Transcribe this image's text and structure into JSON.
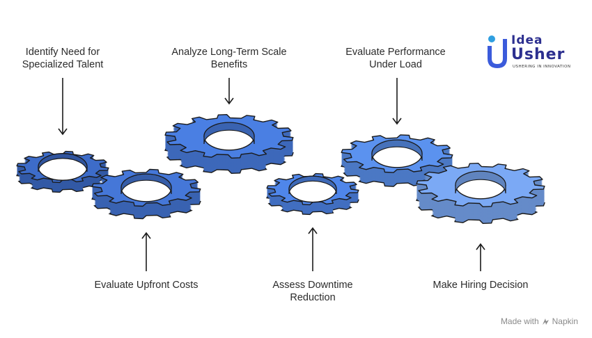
{
  "steps": [
    {
      "id": "identify",
      "lines": [
        "Identify Need for",
        "Specialized Talent"
      ],
      "color": "#3d6cc9"
    },
    {
      "id": "upfront",
      "lines": [
        "Evaluate Upfront Costs"
      ],
      "color": "#4577d8"
    },
    {
      "id": "longterm",
      "lines": [
        "Analyze Long-Term Scale",
        "Benefits"
      ],
      "color": "#4a7fe3"
    },
    {
      "id": "downtime",
      "lines": [
        "Assess Downtime",
        "Reduction"
      ],
      "color": "#4f86ea"
    },
    {
      "id": "performance",
      "lines": [
        "Evaluate Performance",
        "Under Load"
      ],
      "color": "#5b92ef"
    },
    {
      "id": "hiring",
      "lines": [
        "Make Hiring Decision"
      ],
      "color": "#7ba9f5"
    }
  ],
  "logo": {
    "top": "Idea",
    "bottom": "Usher",
    "tagline": "USHERING IN INNOVATION"
  },
  "footer": {
    "made_with": "Made with",
    "brand": "Napkin"
  }
}
